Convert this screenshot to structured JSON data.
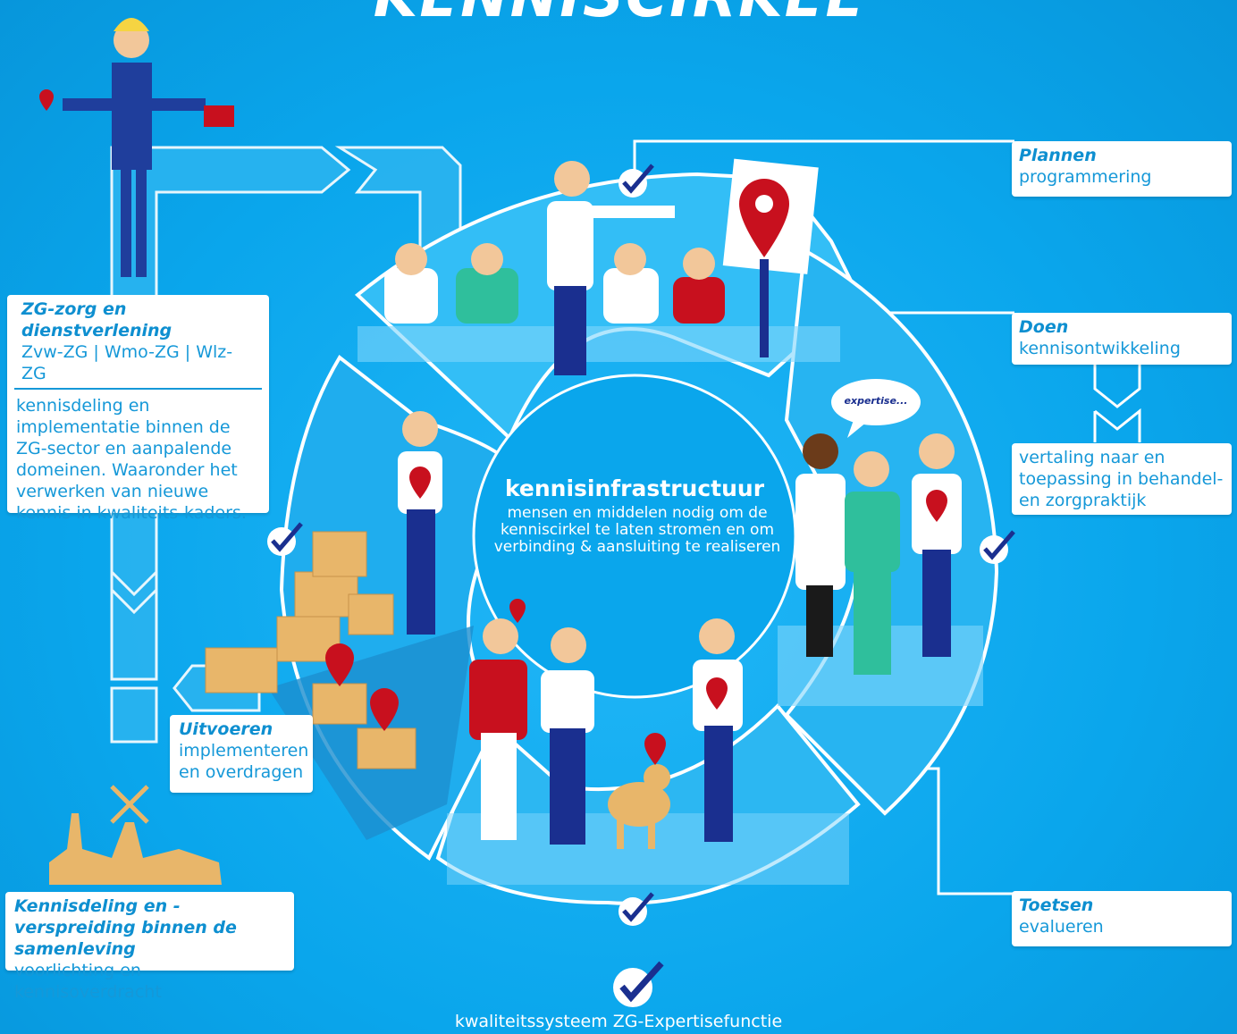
{
  "title": "KENNISCIRKEL",
  "center": {
    "title": "kennisinfrastructuur",
    "desc": "mensen en middelen nodig om de kenniscirkel te laten stromen en om verbinding & aansluiting te realiseren"
  },
  "boxes": {
    "zg": {
      "title": "ZG-zorg en dienstverlening",
      "sub": "Zvw-ZG | Wmo-ZG | Wlz-ZG",
      "body": "kennisdeling en implementatie binnen de ZG-sector en aanpalende domeinen. Waaronder het verwerken van nieuwe kennis in kwaliteits-kaders."
    },
    "plannen": {
      "title": "Plannen",
      "sub": "programmering"
    },
    "doen": {
      "title": "Doen",
      "sub": "kennisontwikkeling"
    },
    "vertaling": {
      "body": "vertaling naar en toepassing in behandel- en zorgpraktijk"
    },
    "toetsen": {
      "title": "Toetsen",
      "sub": "evalueren"
    },
    "uitvoeren": {
      "title": "Uitvoeren",
      "sub": "implementeren en overdragen"
    },
    "samenleving": {
      "title": "Kennisdeling en -verspreiding binnen de samenleving",
      "sub": "voorlichting en kennisoverdracht"
    }
  },
  "bubble": "expertise...",
  "footer": "kwaliteitssysteem ZG-Expertisefunctie",
  "colors": {
    "background": "#0aa6ec",
    "accent_blue": "#1a2f8f",
    "red": "#c8101e",
    "white": "#ffffff",
    "box_text": "#1598d8"
  }
}
